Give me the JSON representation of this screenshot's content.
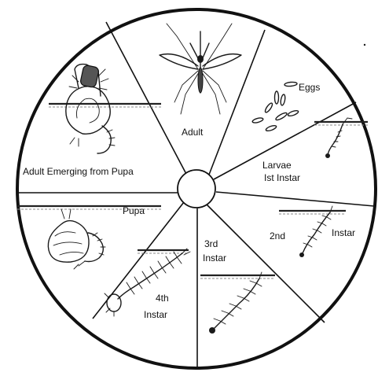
{
  "segments": {
    "adult": "Adult",
    "eggs": "Eggs",
    "larvae_line1": "Larvae",
    "larvae_line2": "Ist Instar",
    "second": "2nd",
    "second_instar": "Instar",
    "third_line1": "3rd",
    "third_line2": "Instar",
    "fourth_line1": "4th",
    "fourth_line2": "Instar",
    "pupa": "Pupa",
    "emerging": "Adult Emerging from Pupa"
  },
  "icons": [
    "mosquito-adult-icon",
    "eggs-icon",
    "larva-icon",
    "pupa-icon",
    "emerging-adult-icon"
  ]
}
